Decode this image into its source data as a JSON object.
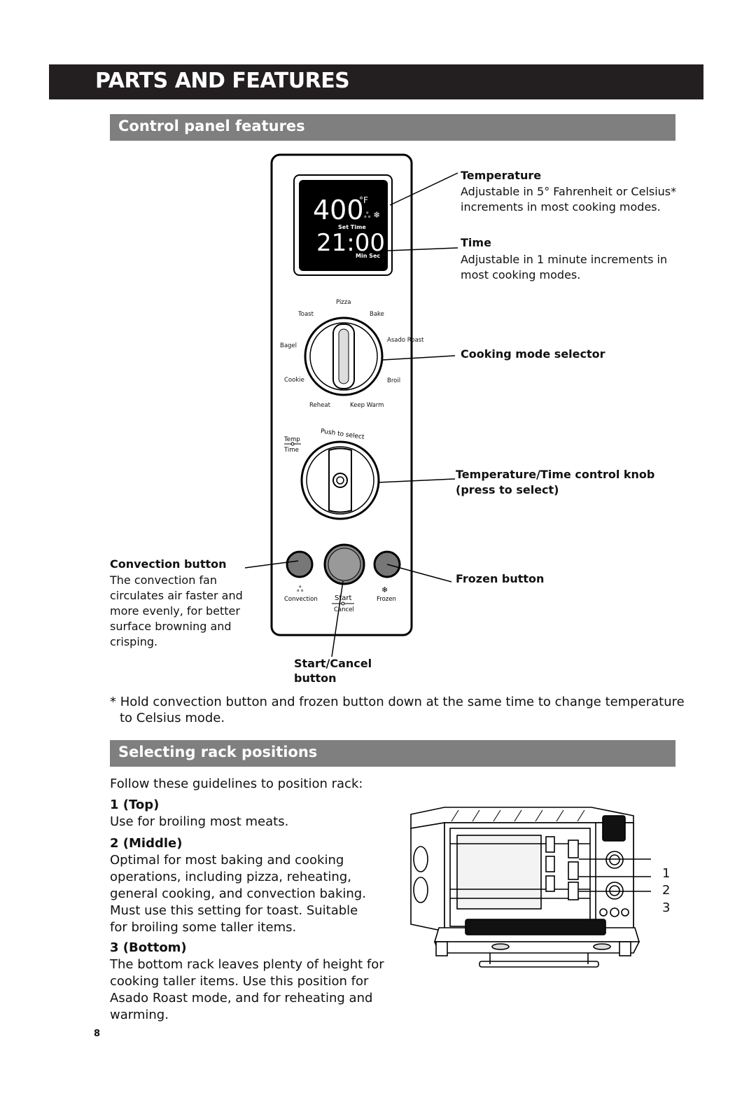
{
  "header": {
    "title": "PARTS AND FEATURES"
  },
  "section1": {
    "title": "Control panel features"
  },
  "panel": {
    "display_temp": "400",
    "display_temp_unit": "°F",
    "display_set_time": "Set Time",
    "display_time": "21:00",
    "display_min_sec": "Min Sec",
    "modes": [
      "Pizza",
      "Toast",
      "Bake",
      "Bagel",
      "Asado Roast",
      "Cookie",
      "Broil",
      "Reheat",
      "Keep Warm"
    ],
    "push_to_select": "Push to select",
    "temp_label": "Temp",
    "time_label": "Time",
    "convection_label": "Convection",
    "start_label": "Start",
    "cancel_label": "Cancel",
    "frozen_label": "Frozen"
  },
  "callouts": {
    "temperature_title": "Temperature",
    "temperature_text_1": "Adjustable in 5° Fahrenheit or Celsius*",
    "temperature_text_2": "increments in most cooking modes.",
    "time_title": "Time",
    "time_text_1": "Adjustable in 1 minute increments in",
    "time_text_2": "most cooking modes.",
    "cooking_mode_title": "Cooking mode selector",
    "knob_title_1": "Temperature/Time control knob",
    "knob_title_2": "(press to select)",
    "frozen_title": "Frozen button",
    "convection_title": "Convection button",
    "convection_text": [
      "The convection fan",
      "circulates air faster and",
      "more evenly, for better",
      "surface browning and",
      "crisping."
    ],
    "start_title_1": "Start/Cancel",
    "start_title_2": "button"
  },
  "footnote": {
    "line1": "* Hold convection button and frozen button down at the same time to change temperature",
    "line2": "to Celsius mode."
  },
  "section2": {
    "title": "Selecting rack positions",
    "intro": "Follow these guidelines to position rack:",
    "top_title": "1 (Top)",
    "top_text": "Use for broiling most meats.",
    "middle_title": "2 (Middle)",
    "middle_text": [
      "Optimal for most baking and cooking",
      "operations, including pizza, reheating,",
      "general cooking, and convection baking.",
      "Must use this setting for toast. Suitable",
      "for broiling some taller items."
    ],
    "bottom_title": "3 (Bottom)",
    "bottom_text": [
      "The bottom rack leaves plenty of height for",
      "cooking taller items. Use this position for",
      "Asado Roast mode, and for reheating and",
      "warming."
    ]
  },
  "rack_labels": [
    "1",
    "2",
    "3"
  ],
  "page_number": "8"
}
